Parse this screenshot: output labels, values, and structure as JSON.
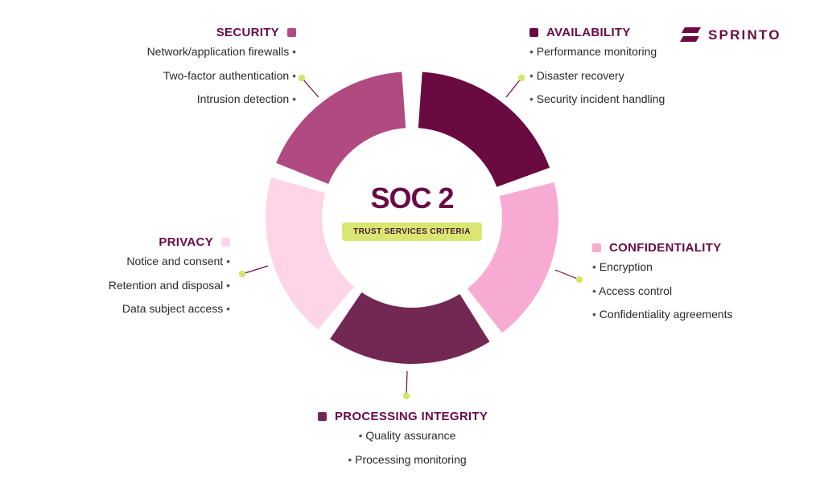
{
  "brand": {
    "name": "SPRINTO"
  },
  "center": {
    "title": "SOC 2",
    "subtitle": "TRUST SERVICES CRITERIA"
  },
  "colors": {
    "security": "#b04a80",
    "availability": "#690a40",
    "confidentiality": "#f7abd2",
    "processing_integrity": "#732853",
    "privacy": "#fdd5e6",
    "accent_dot": "#d4e56c",
    "brand": "#6b0b44"
  },
  "categories": [
    {
      "id": "security",
      "title": "SECURITY",
      "items": [
        "Network/application firewalls",
        "Two-factor authentication",
        "Intrusion detection"
      ]
    },
    {
      "id": "availability",
      "title": "AVAILABILITY",
      "items": [
        "Performance monitoring",
        "Disaster recovery",
        "Security incident handling"
      ]
    },
    {
      "id": "confidentiality",
      "title": "CONFIDENTIALITY",
      "items": [
        "Encryption",
        "Access control",
        "Confidentiality agreements"
      ]
    },
    {
      "id": "processing_integrity",
      "title": "PROCESSING INTEGRITY",
      "items": [
        "Quality assurance",
        "Processing monitoring"
      ]
    },
    {
      "id": "privacy",
      "title": "PRIVACY",
      "items": [
        "Notice and consent",
        "Retention and disposal",
        "Data subject access"
      ]
    }
  ]
}
